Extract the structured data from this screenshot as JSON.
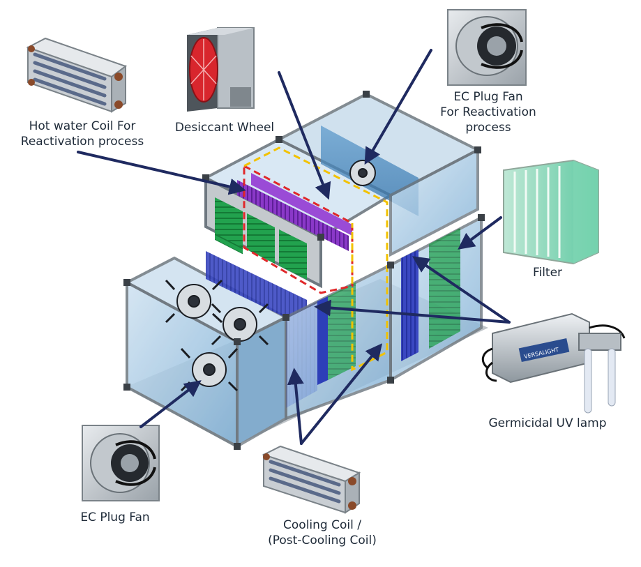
{
  "colors": {
    "pointer": "#1f2a60",
    "frame": "#6e7880",
    "panel": "#a9cbe6",
    "green_filter": "#1f9a4a",
    "purple_coil": "#7a2fb5",
    "blue_coil": "#2d3fb8",
    "dashed_red": "#e0282a",
    "dashed_yellow": "#f2c200",
    "wheel_red": "#d8262d"
  },
  "labels": {
    "hot_water_coil": [
      "Hot water Coil For",
      "Reactivation process"
    ],
    "desiccant_wheel": [
      "Desiccant Wheel"
    ],
    "ec_plug_fan_reactivation": [
      "EC Plug Fan",
      "For Reactivation",
      "process"
    ],
    "filter": [
      "Filter"
    ],
    "germicidal_uv_lamp": [
      "Germicidal UV lamp"
    ],
    "ec_plug_fan": [
      "EC Plug Fan"
    ],
    "cooling_coil": [
      "Cooling Coil /",
      "(Post-Cooling Coil)"
    ]
  },
  "components": {
    "uv_lamp_brand": "VERSALIGHT",
    "icons": [
      "hot-water-coil-icon",
      "desiccant-wheel-icon",
      "ec-plug-fan-icon",
      "filter-icon",
      "uv-lamp-icon",
      "cooling-coil-icon",
      "air-handling-unit-icon"
    ]
  }
}
